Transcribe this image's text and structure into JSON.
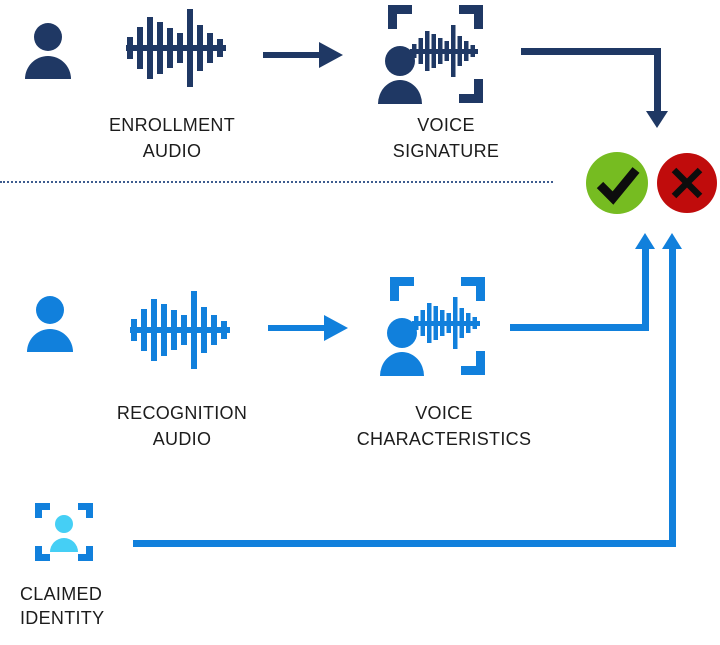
{
  "diagram": {
    "nodes": {
      "enrollment_audio": {
        "line1": "ENROLLMENT",
        "line2": "AUDIO"
      },
      "voice_signature": {
        "line1": "VOICE",
        "line2": "SIGNATURE"
      },
      "recognition_audio": {
        "line1": "RECOGNITION",
        "line2": "AUDIO"
      },
      "voice_characteristics": {
        "line1": "VOICE",
        "line2": "CHARACTERISTICS"
      },
      "claimed_identity": {
        "line1": "CLAIMED",
        "line2": "IDENTITY"
      }
    },
    "results": {
      "accept_icon": "checkmark-icon",
      "reject_icon": "cross-icon"
    },
    "icons": [
      "person-icon",
      "audio-waveform-icon",
      "voice-signature-icon",
      "voice-characteristics-icon",
      "claimed-identity-icon",
      "arrow-right-icon",
      "arrow-down-icon",
      "arrow-up-icon",
      "checkmark-icon",
      "cross-icon"
    ],
    "colors": {
      "enrollment_navy": "#1F3864",
      "recognition_blue": "#1180DC",
      "claimed_identity_cyan": "#45CFF5",
      "accept_green": "#76BC21",
      "reject_red": "#C00C0C",
      "label_text": "#1C1C1C",
      "divider_dotted": "#3E5C8F",
      "background": "#FFFFFF"
    }
  }
}
